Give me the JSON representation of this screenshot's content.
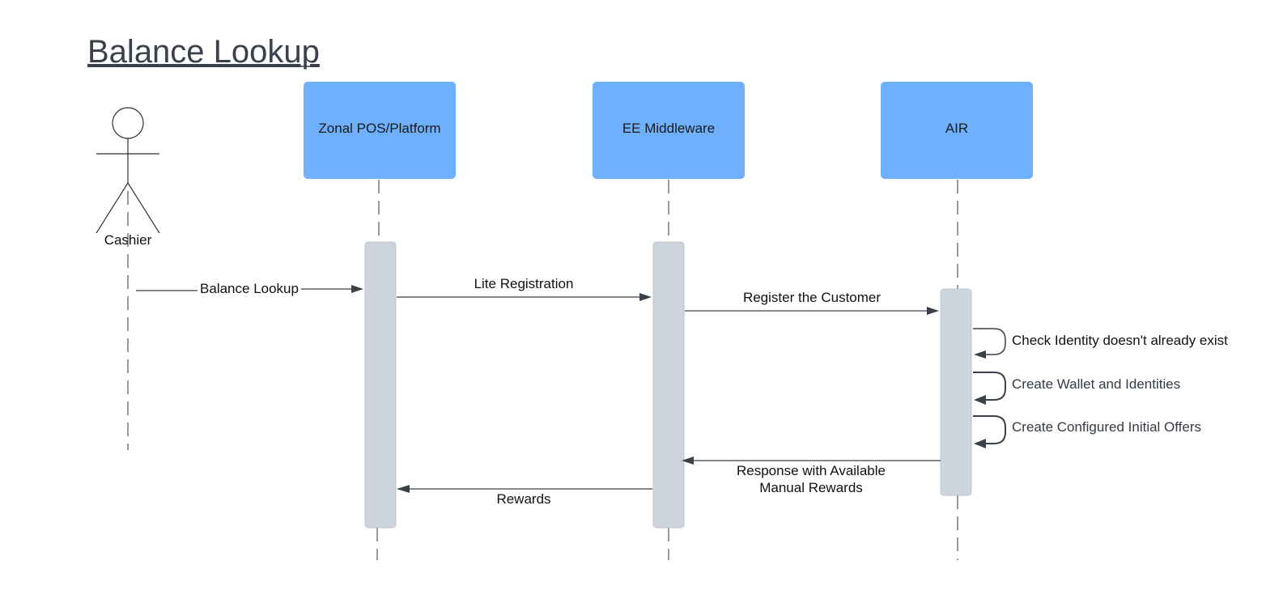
{
  "title": "Balance Lookup",
  "actor": {
    "label": "Cashier"
  },
  "participants": [
    {
      "label": "Zonal POS/Platform"
    },
    {
      "label": "EE Middleware"
    },
    {
      "label": "AIR"
    }
  ],
  "messages": [
    {
      "label": "Balance Lookup",
      "from": "Cashier",
      "to": "Zonal POS/Platform"
    },
    {
      "label": "Lite Registration",
      "from": "Zonal POS/Platform",
      "to": "EE Middleware"
    },
    {
      "label": "Register the Customer",
      "from": "EE Middleware",
      "to": "AIR"
    },
    {
      "label": "Check Identity doesn't already exist",
      "from": "AIR",
      "to": "AIR"
    },
    {
      "label": "Create Wallet and Identities",
      "from": "AIR",
      "to": "AIR"
    },
    {
      "label": "Create Configured Initial Offers",
      "from": "AIR",
      "to": "AIR"
    },
    {
      "label_line1": "Response with Available",
      "label_line2": "Manual Rewards",
      "from": "AIR",
      "to": "EE Middleware"
    },
    {
      "label": "Rewards",
      "from": "EE Middleware",
      "to": "Zonal POS/Platform"
    }
  ],
  "colors": {
    "participant_fill": "#6eb0fc",
    "activation_fill": "#ced4dc",
    "arrow": "#3a414a",
    "title": "#3a414a"
  }
}
